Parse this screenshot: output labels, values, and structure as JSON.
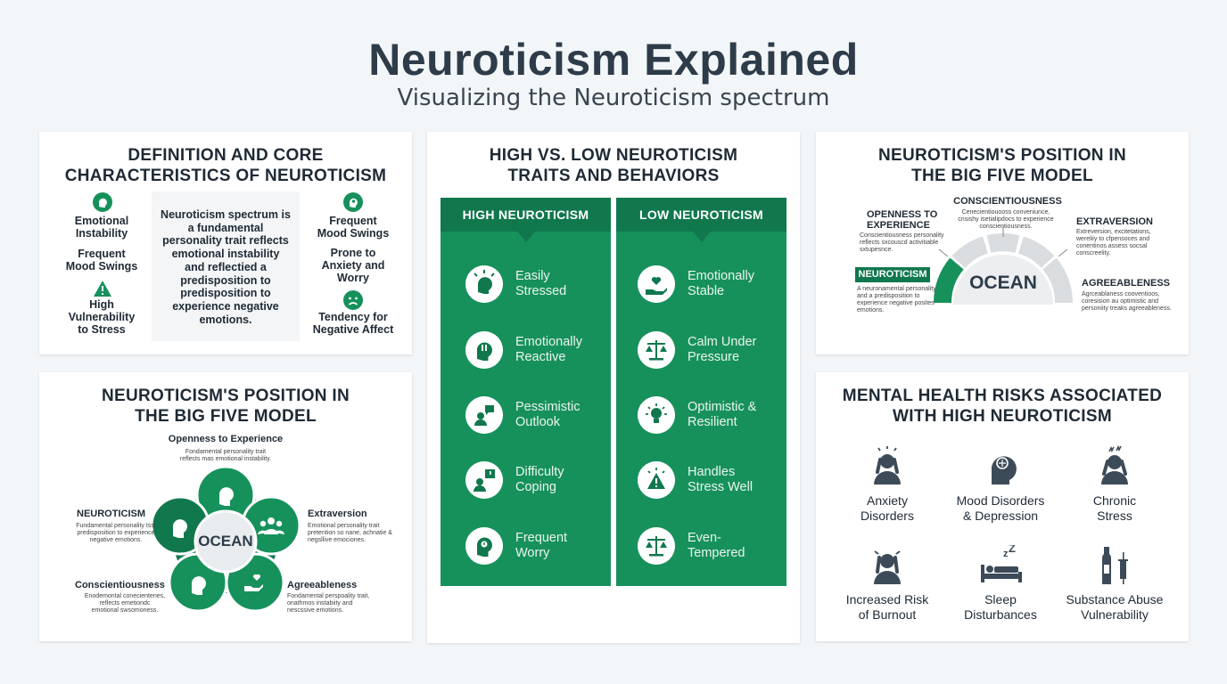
{
  "header": {
    "title": "Neuroticism Explained",
    "subtitle": "Visualizing the Neuroticism spectrum"
  },
  "colors": {
    "green": "#17915c",
    "dark_green": "#11784e",
    "dark_text": "#2e3c4a",
    "icon_dark": "#3d4b58"
  },
  "definition": {
    "title_line1": "DEFINITION AND CORE",
    "title_line2": "CHARACTERISTICS OF NEUROTICISM",
    "left_items": [
      {
        "icon": "head-icon",
        "line1": "Emotional",
        "line2": "Instability"
      },
      {
        "icon": "",
        "line1": "Frequent",
        "line2": "Mood Swings"
      },
      {
        "icon": "warning-icon",
        "line1": "High",
        "line2": "Vulnerability",
        "line3": "to Stress"
      }
    ],
    "center_lines": [
      "Neuroticism spectrum is",
      "a fundamental",
      "personality trait reflects",
      "emotional instability",
      "and reflectied a",
      "predisposition to",
      "predisposition to",
      "experience negative",
      "emotions."
    ],
    "right_items": [
      {
        "icon": "brain-head-icon",
        "line1": "Frequent",
        "line2": "Mood Swings"
      },
      {
        "icon": "",
        "line1": "Prone to",
        "line2": "Anxiety and",
        "line3": "Worry"
      },
      {
        "icon": "sad-face-icon",
        "line1": "Tendency for",
        "line2": "Negative Affect"
      }
    ]
  },
  "comparison": {
    "title_line1": "HIGH VS. LOW NEUROTICISM",
    "title_line2": "TRAITS AND BEHAVIORS",
    "high_header": "HIGH NEUROTICISM",
    "low_header": "LOW NEUROTICISM",
    "high": [
      {
        "icon": "stressed-head-icon",
        "line1": "Easily",
        "line2": "Stressed"
      },
      {
        "icon": "exclaim-head-icon",
        "line1": "Emotionally",
        "line2": "Reactive"
      },
      {
        "icon": "speech-person-icon",
        "line1": "Pessimistic",
        "line2": "Outlook"
      },
      {
        "icon": "question-person-icon",
        "line1": "Difficulty",
        "line2": "Coping"
      },
      {
        "icon": "worry-head-icon",
        "line1": "Frequent",
        "line2": "Worry"
      }
    ],
    "low": [
      {
        "icon": "heart-hand-icon",
        "line1": "Emotionally",
        "line2": "Stable"
      },
      {
        "icon": "scale-icon",
        "line1": "Calm Under",
        "line2": "Pressure"
      },
      {
        "icon": "lightbulb-icon",
        "line1": "Optimistic &",
        "line2": "Resilient"
      },
      {
        "icon": "warning-glow-icon",
        "line1": "Handles",
        "line2": "Stress Well"
      },
      {
        "icon": "scale-icon",
        "line1": "Even-",
        "line2": "Tempered"
      }
    ]
  },
  "bigfive_gauge": {
    "title_line1": "NEUROTICISM'S POSITION IN",
    "title_line2": "THE BIG FIVE MODEL",
    "center": "OCEAN",
    "conscientiousness": {
      "label": "CONSCIENTIOUSNESS",
      "l1": "Cenecientiouooss conveniunce,",
      "l2": "cnsishy isetialipdocs to experience",
      "l3": "conscientiousness."
    },
    "openness": {
      "label1": "OPENNESS TO",
      "label2": "EXPERIENCE",
      "l1": "Conscientiousness personality",
      "l2": "reflects sxcouscd activitiable",
      "l3": "sxtupesnce."
    },
    "extraversion": {
      "label": "EXTRAVERSION",
      "l1": "Extreversion, excitetations,",
      "l2": "wereliiy to cfpensoces and",
      "l3": "conentinos assess socsal",
      "l4": "conscreelity."
    },
    "neuroticism": {
      "label": "NEUROTICISM",
      "l1": "A neuronamental personality",
      "l2": "and a predisposition to",
      "l3": "experience negative posites",
      "l4": "emotions."
    },
    "agreeableness": {
      "label": "AGREEABLENESS",
      "l1": "Agrceablaness cooventioos,",
      "l2": "coresision au optimistic and",
      "l3": "personiity treaks agreeableness."
    }
  },
  "bigfive_wheel": {
    "title_line1": "NEUROTICISM'S POSITION IN",
    "title_line2": "THE BIG FIVE MODEL",
    "center": "OCEAN",
    "openness": {
      "label": "Openness to Experience",
      "l1": "Fondamental personality trait",
      "l2": "reflects mas emotional instability."
    },
    "neuroticism": {
      "label": "NEUROTICISM",
      "l1": "Fundamental personality tsst",
      "l2": "predisposition to experience",
      "l3": "negative emotions."
    },
    "extraversion": {
      "label": "Extraversion",
      "l1": "Emotional personality trait",
      "l2": "pretention so nane, achnatie &",
      "l3": "negsllive emociones."
    },
    "conscientiousness": {
      "label": "Conscientiousness",
      "l1": "Enodemontal conecientenes,",
      "l2": "reflects emetiondc",
      "l3": "emotional swsomoness."
    },
    "agreeableness": {
      "label": "Agreeableness",
      "l1": "Fondamental perspoality trait,",
      "l2": "onathmos instabiity and",
      "l3": "nescssive emotions."
    }
  },
  "risks": {
    "title_line1": "MENTAL HEALTH RISKS ASSOCIATED",
    "title_line2": "WITH HIGH NEUROTICISM",
    "items": [
      {
        "icon": "anxious-person-icon",
        "line1": "Anxiety",
        "line2": "Disorders"
      },
      {
        "icon": "brain-head-icon",
        "line1": "Mood Disorders",
        "line2": "& Depression"
      },
      {
        "icon": "stressed-person-icon",
        "line1": "Chronic",
        "line2": "Stress"
      },
      {
        "icon": "burnout-person-icon",
        "line1": "Increased Risk",
        "line2": "of Burnout"
      },
      {
        "icon": "sleep-bed-icon",
        "line1": "Sleep",
        "line2": "Disturbances"
      },
      {
        "icon": "bottle-syringe-icon",
        "line1": "Substance Abuse",
        "line2": "Vulnerability"
      }
    ]
  }
}
